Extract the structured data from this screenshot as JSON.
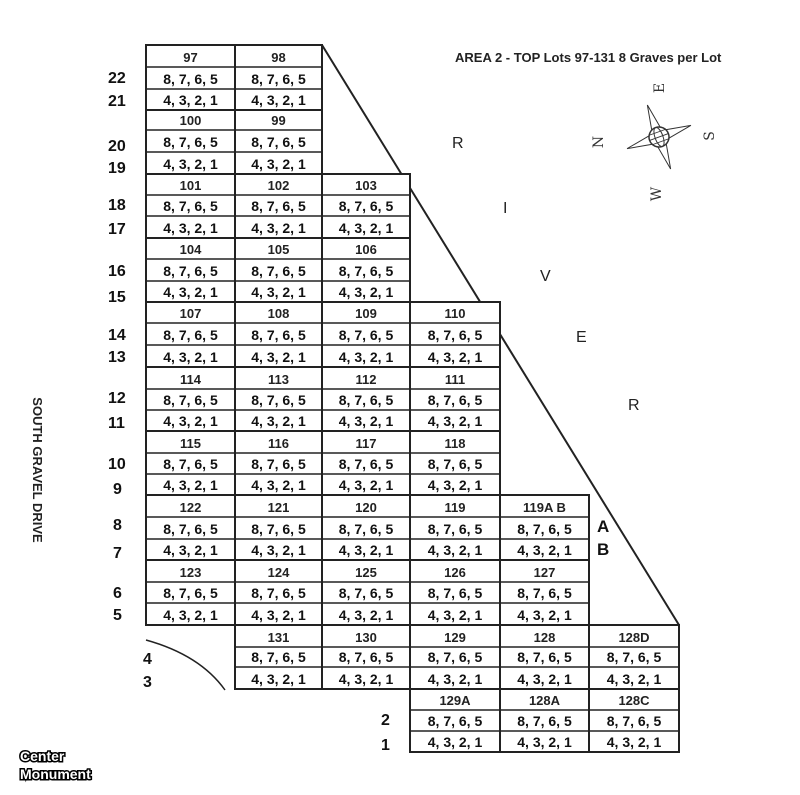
{
  "title": "AREA 2 - TOP  Lots 97-131  8 Graves per Lot",
  "road_label": "SOUTH GRAVEL DRIVE",
  "river_letters": [
    "R",
    "I",
    "V",
    "E",
    "R"
  ],
  "center_monument": [
    "Center",
    "Monument"
  ],
  "compass": {
    "n": "N",
    "e": "E",
    "s": "S",
    "w": "W"
  },
  "ab_labels": [
    "A",
    "B"
  ],
  "row_numbers": [
    "22",
    "21",
    "20",
    "19",
    "18",
    "17",
    "16",
    "15",
    "14",
    "13",
    "12",
    "11",
    "10",
    "9",
    "8",
    "7",
    "6",
    "5",
    "4",
    "3",
    "2",
    "1"
  ],
  "grave_top": "8, 7, 6, 5",
  "grave_bottom": "4, 3, 2, 1",
  "lots": [
    {
      "label": "97",
      "row": "r1"
    },
    {
      "label": "98",
      "row": "r1"
    },
    {
      "label": "100",
      "row": "r2"
    },
    {
      "label": "99",
      "row": "r2"
    },
    {
      "label": "101",
      "row": "r3"
    },
    {
      "label": "102",
      "row": "r3"
    },
    {
      "label": "103",
      "row": "r3"
    },
    {
      "label": "104",
      "row": "r4"
    },
    {
      "label": "105",
      "row": "r4"
    },
    {
      "label": "106",
      "row": "r4"
    },
    {
      "label": "107",
      "row": "r5"
    },
    {
      "label": "108",
      "row": "r5"
    },
    {
      "label": "109",
      "row": "r5"
    },
    {
      "label": "110",
      "row": "r5"
    },
    {
      "label": "114",
      "row": "r6"
    },
    {
      "label": "113",
      "row": "r6"
    },
    {
      "label": "112",
      "row": "r6"
    },
    {
      "label": "111",
      "row": "r6"
    },
    {
      "label": "115",
      "row": "r7"
    },
    {
      "label": "116",
      "row": "r7"
    },
    {
      "label": "117",
      "row": "r7"
    },
    {
      "label": "118",
      "row": "r7"
    },
    {
      "label": "122",
      "row": "r8"
    },
    {
      "label": "121",
      "row": "r8"
    },
    {
      "label": "120",
      "row": "r8"
    },
    {
      "label": "119",
      "row": "r8"
    },
    {
      "label": "119A B",
      "row": "r8"
    },
    {
      "label": "123",
      "row": "r9"
    },
    {
      "label": "124",
      "row": "r9"
    },
    {
      "label": "125",
      "row": "r9"
    },
    {
      "label": "126",
      "row": "r9"
    },
    {
      "label": "127",
      "row": "r9"
    },
    {
      "label": "131",
      "row": "r10"
    },
    {
      "label": "130",
      "row": "r10"
    },
    {
      "label": "129",
      "row": "r10"
    },
    {
      "label": "128",
      "row": "r10"
    },
    {
      "label": "128D",
      "row": "r10"
    },
    {
      "label": "129A",
      "row": "r11"
    },
    {
      "label": "128A",
      "row": "r11"
    },
    {
      "label": "128C",
      "row": "r11"
    }
  ]
}
